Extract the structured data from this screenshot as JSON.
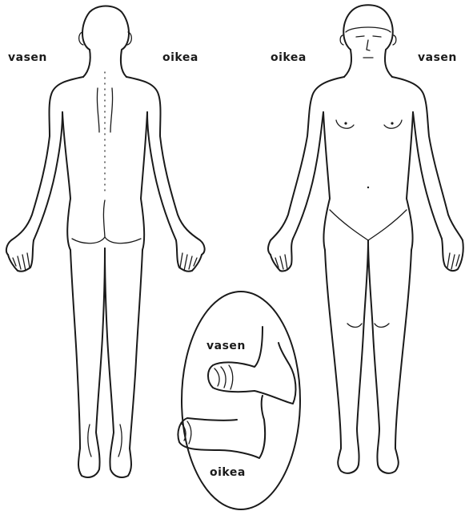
{
  "back_view": {
    "left_label": "vasen",
    "right_label": "oikea"
  },
  "front_view": {
    "left_label": "oikea",
    "right_label": "vasen"
  },
  "feet_inset": {
    "top_label": "vasen",
    "bottom_label": "oikea"
  },
  "colors": {
    "line": "#1a1a1a",
    "background": "#ffffff"
  }
}
